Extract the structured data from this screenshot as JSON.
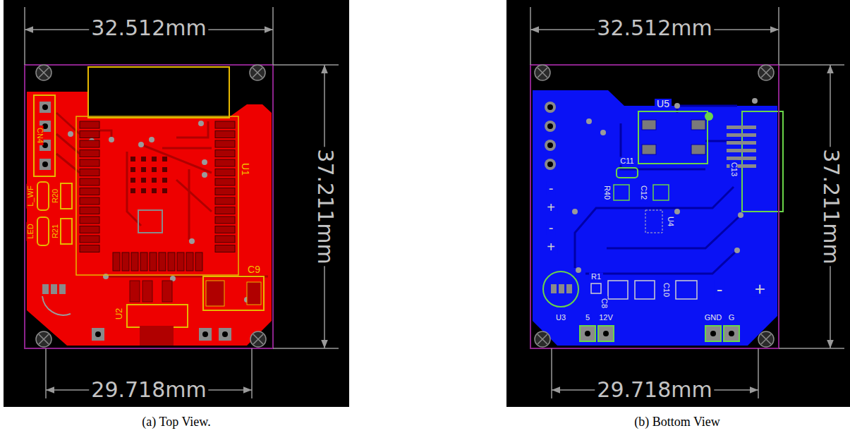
{
  "diagram": {
    "labels": [
      "32.512mm",
      "37.211mm",
      "29.718mm",
      "CN4",
      "L_WF",
      "R20",
      "LED",
      "R21",
      "U1",
      "C9",
      "U2",
      "32.512mm",
      "37.211mm",
      "29.718mm",
      "U5",
      "C11",
      "R40",
      "C12",
      "C13",
      "U4",
      "R1",
      "C8",
      "C10",
      "U3",
      "5",
      "12V",
      "GND",
      "G",
      "-",
      "+",
      "-",
      "+",
      "-",
      "+",
      "(a) Top View.",
      "(b) Bottom View"
    ]
  }
}
